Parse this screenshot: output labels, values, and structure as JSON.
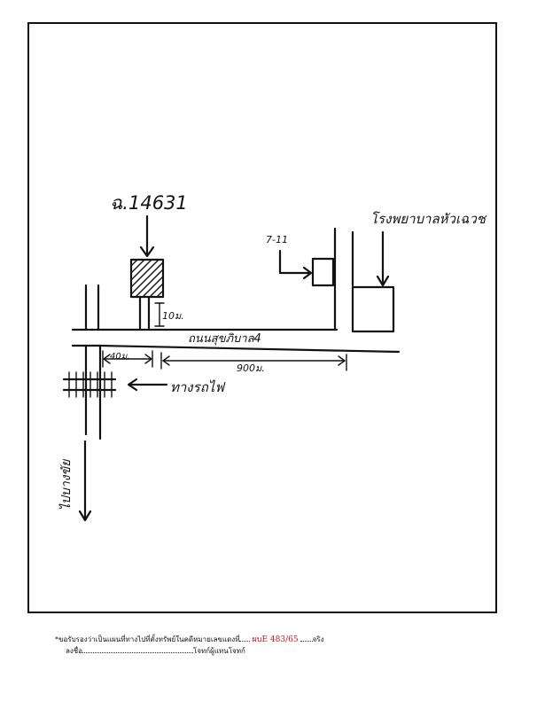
{
  "map": {
    "deed_label": "ฉ.14631",
    "distance_to_road": "10ม.",
    "store_label": "7-11",
    "hospital_label": "โรงพยาบาลหัวเฉวช",
    "road_label": "ถนนสุขภิบาล4",
    "short_distance": "40ม.",
    "long_distance": "900ม.",
    "railway_label": "ทางรถไฟ",
    "direction_label": "ไปบางขัย"
  },
  "certification": {
    "statement_prefix": "*ขอรับรองว่าเป็นแผนที่ทางไปที่ตั้งทรัพย์ในคดีหมายเลขแดงที่",
    "case_number": "ผบE 483/65",
    "statement_suffix": "จริง",
    "sign_prefix": "ลงชื่อ",
    "sign_role": "โจทก์ผู้แทนโจทก์"
  }
}
